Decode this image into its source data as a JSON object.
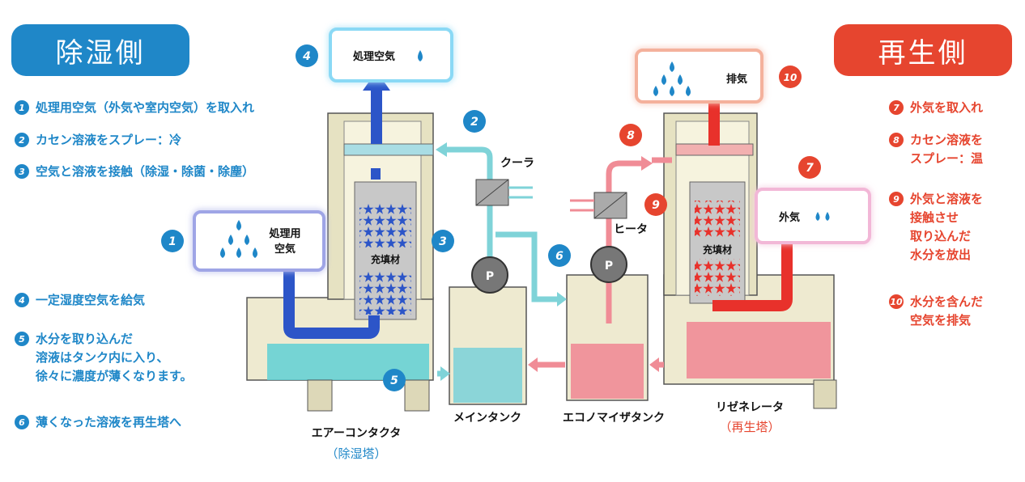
{
  "left_title": "除湿側",
  "right_title": "再生側",
  "left_steps": [
    {
      "num": "1",
      "text": "処理用空気（外気や室内空気）を取入れ"
    },
    {
      "num": "2",
      "text": "カセン溶液をスプレー：冷"
    },
    {
      "num": "3",
      "text": "空気と溶液を接触（除湿・除菌・除塵）"
    },
    {
      "num": "4",
      "text": "一定湿度空気を給気"
    },
    {
      "num": "5",
      "text": "水分を取り込んだ\n溶液はタンク内に入り、\n徐々に濃度が薄くなります。"
    },
    {
      "num": "6",
      "text": "薄くなった溶液を再生塔へ"
    }
  ],
  "right_steps": [
    {
      "num": "7",
      "text": "外気を取入れ"
    },
    {
      "num": "8",
      "text": "カセン溶液を\nスプレー：温"
    },
    {
      "num": "9",
      "text": "外気と溶液を\n接触させ\n取り込んだ\n水分を放出"
    },
    {
      "num": "10",
      "text": "水分を含んだ\n空気を排気"
    }
  ],
  "diagram": {
    "treated_air": "処理空気",
    "process_air_line1": "処理用",
    "process_air_line2": "空気",
    "packing": "充填材",
    "packing_right": "充填材",
    "cooler": "クーラ",
    "heater": "ヒータ",
    "pump": "P",
    "exhaust": "排気",
    "outside_air": "外気",
    "air_contactor": "エアーコンタクタ",
    "air_contactor_sub": "（除湿塔）",
    "main_tank": "メインタンク",
    "economizer_tank": "エコノマイザタンク",
    "regenerator": "リゼネレータ",
    "regenerator_sub": "（再生塔）",
    "markers": [
      "1",
      "2",
      "3",
      "4",
      "5",
      "6",
      "7",
      "8",
      "9",
      "10"
    ]
  },
  "colors": {
    "blue": "#1f87c8",
    "red": "#e6452f",
    "liquid_cool": "#7fd3d8",
    "liquid_warm": "#f08c96"
  }
}
